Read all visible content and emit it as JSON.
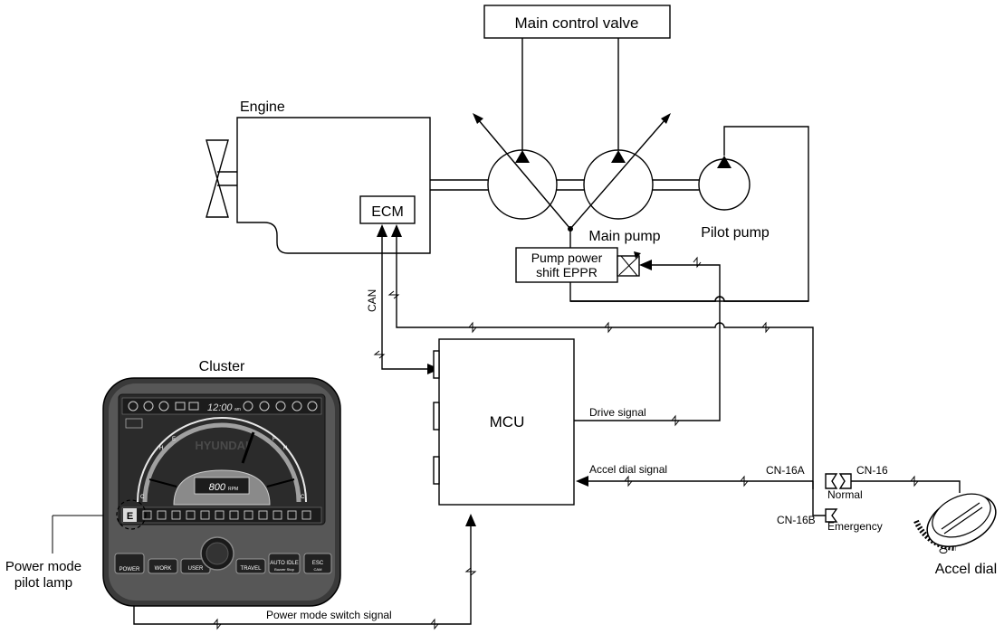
{
  "labels": {
    "main_control_valve": "Main control valve",
    "engine": "Engine",
    "ecm": "ECM",
    "main_pump": "Main pump",
    "pilot_pump": "Pilot pump",
    "epprl1": "Pump power",
    "epprl2": "shift EPPR",
    "can": "CAN",
    "cluster": "Cluster",
    "mcu": "MCU",
    "drive_signal": "Drive signal",
    "accel_dial_signal": "Accel dial signal",
    "cn16a": "CN-16A",
    "cn16": "CN-16",
    "cn16b": "CN-16B",
    "normal": "Normal",
    "emergency": "Emergency",
    "accel_dial": "Accel dial",
    "power_mode_1": "Power mode",
    "power_mode_2": "pilot lamp",
    "power_mode_switch_signal": "Power mode switch signal"
  },
  "cluster": {
    "brand": "HYUNDAI",
    "clock": "12:00",
    "clock_suffix": "am",
    "rpm_value": "800",
    "rpm_unit": "RPM",
    "mode_letter": "E",
    "gauge_e": "E",
    "gauge_f": "F",
    "gauge_h_left": "H",
    "gauge_h_right": "H",
    "gauge_c_left": "C",
    "gauge_c_right": "C",
    "buttons": {
      "power": "POWER",
      "work": "WORK",
      "user": "USER",
      "travel": "TRAVEL",
      "auto_idle": "AUTO IDLE",
      "auto_idle_sub": "Buzzer Stop",
      "esc": "ESC",
      "esc_sub": "CAM"
    }
  }
}
